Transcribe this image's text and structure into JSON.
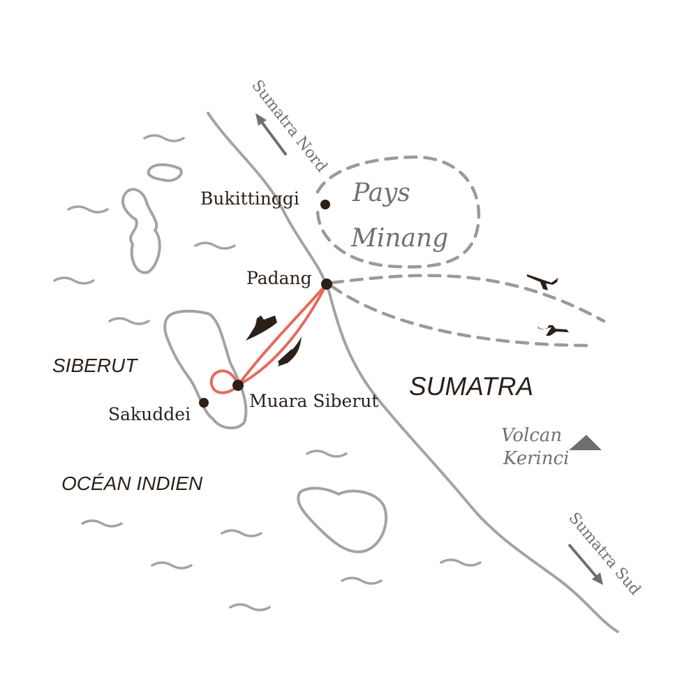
{
  "colors": {
    "land_line": "#a3a3a3",
    "ink": "#2b1f18",
    "route": "#e56a5b",
    "label_grey": "#707070"
  },
  "places": {
    "bukittinggi": "Bukittinggi",
    "padang": "Padang",
    "muara_siberut": "Muara Siberut",
    "sakuddei": "Sakuddei"
  },
  "regions": {
    "siberut": "SIBERUT",
    "sumatra": "SUMATRA",
    "ocean": "OCÉAN INDIEN",
    "pays_minang_1": "Pays",
    "pays_minang_2": "Minang",
    "volcan_1": "Volcan",
    "volcan_2": "Kerinci"
  },
  "directions": {
    "north": "Sumatra Nord",
    "south": "Sumatra Sud"
  },
  "icons": [
    "boat-icon",
    "plane-icon",
    "volcano-icon",
    "arrow-icon"
  ]
}
